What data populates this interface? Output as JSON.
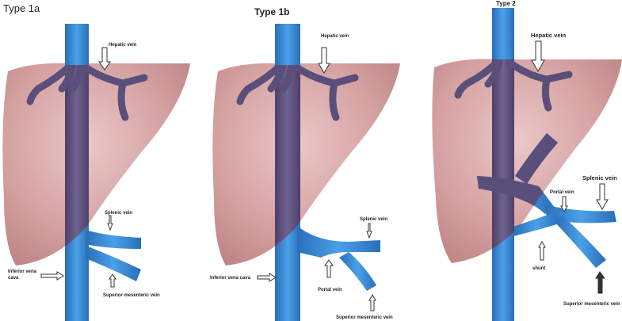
{
  "panels": [
    {
      "title": "Type 1a",
      "labels": {
        "hepatic": "Hepatic vein",
        "splenic": "Splenic vein",
        "ivc_line1": "Inferior vena",
        "ivc_line2": "cava",
        "sma": "Superior mesenteric vein"
      }
    },
    {
      "title": "Type 1b",
      "labels": {
        "hepatic": "Hepatic vein",
        "splenic": "Splenic vein",
        "ivc": "Inferior vena cava",
        "portal": "Portal vein",
        "sma": "Superior mesenteric vein"
      }
    },
    {
      "title": "Type 2",
      "labels": {
        "hepatic": "Hepatic vein",
        "splenic": "Splenic vein",
        "portal": "Portal vein",
        "shunt": "shunt",
        "sma": "Superior mesenteric vein"
      }
    }
  ],
  "colors": {
    "liver": "#c98a8a",
    "vein": "#3a8fd6",
    "vein_dark": "#2a6aaa",
    "overlap": "#5a4f7a",
    "arrow_stroke": "#333333"
  }
}
